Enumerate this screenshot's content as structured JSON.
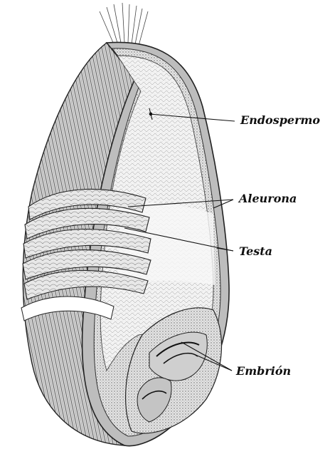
{
  "labels": {
    "endosperm": "Endospermo",
    "aleurone": "Aleurona",
    "testa": "Testa",
    "embryo": "Embrión"
  },
  "colors": {
    "ink": "#1a1a1a",
    "paper": "#ffffff",
    "endosperm_fill": "#f1f1f1",
    "hull_fill": "#cfcfcf",
    "hull_dark": "#8a8a8a"
  }
}
